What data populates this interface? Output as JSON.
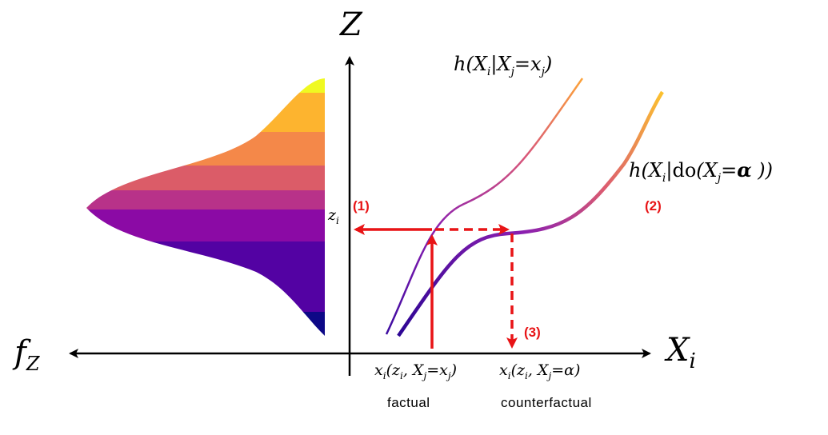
{
  "axes": {
    "vertical_label": "Z",
    "horizontal_label": "X_i",
    "density_label": "f_Z"
  },
  "z_tick": "z_i",
  "curves": {
    "observational": "h(X_i | X_j = x_j)",
    "interventional": "h(X_i | do(X_j = α ))"
  },
  "steps": {
    "s1": "(1)",
    "s2": "(2)",
    "s3": "(3)"
  },
  "x_ticks": {
    "factual_expr": "x_i(z_i, X_j = x_j)",
    "counterfactual_expr": "x_i(z_i, X_j = α)",
    "factual_word": "factual",
    "counterfactual_word": "counterfactual"
  },
  "colors": {
    "arrow": "#e81416",
    "axis": "#000000",
    "density_bands": [
      "#f0f921",
      "#fdb42f",
      "#f48849",
      "#db5c68",
      "#b83289",
      "#8b0aa5",
      "#5302a3",
      "#0d0887"
    ]
  }
}
